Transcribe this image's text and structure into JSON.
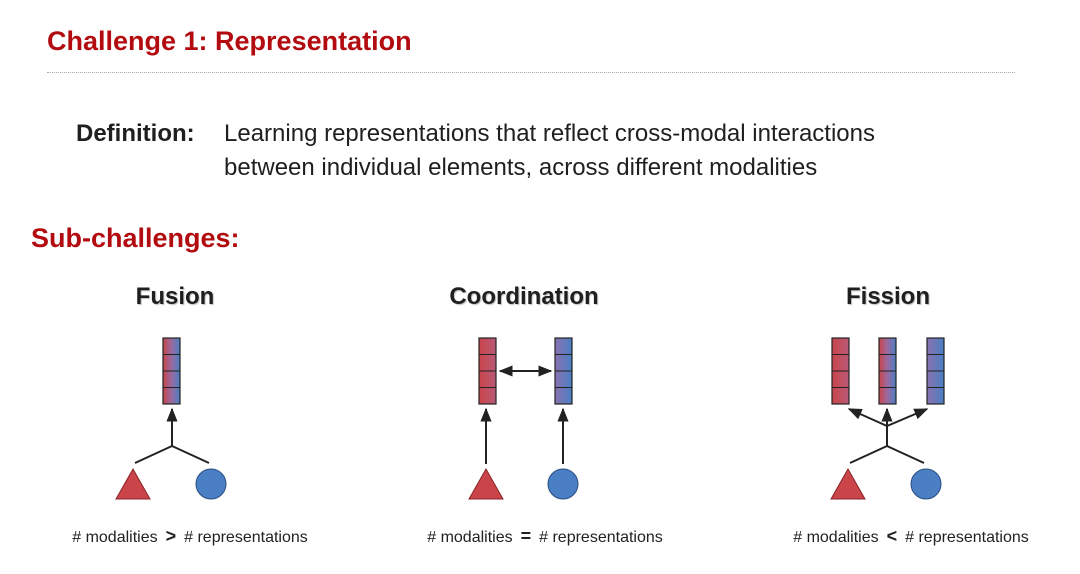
{
  "title": "Challenge 1: Representation",
  "definition": {
    "label": "Definition:",
    "line1": "Learning representations that reflect cross-modal interactions",
    "line2": "between individual elements, across different modalities"
  },
  "subchallenges": {
    "heading": "Sub-challenges:",
    "items": [
      {
        "name": "Fusion",
        "caption_left": "# modalities",
        "operator": ">",
        "caption_right": "# representations"
      },
      {
        "name": "Coordination",
        "caption_left": "# modalities",
        "operator": "=",
        "caption_right": "# representations"
      },
      {
        "name": "Fission",
        "caption_left": "# modalities",
        "operator": "<",
        "caption_right": "# representations"
      }
    ]
  },
  "colors": {
    "accent_red": "#b30c10",
    "modality_red": "#c9454a",
    "modality_blue": "#4a7fc4",
    "mixed_purple": "#9a6aa0"
  }
}
